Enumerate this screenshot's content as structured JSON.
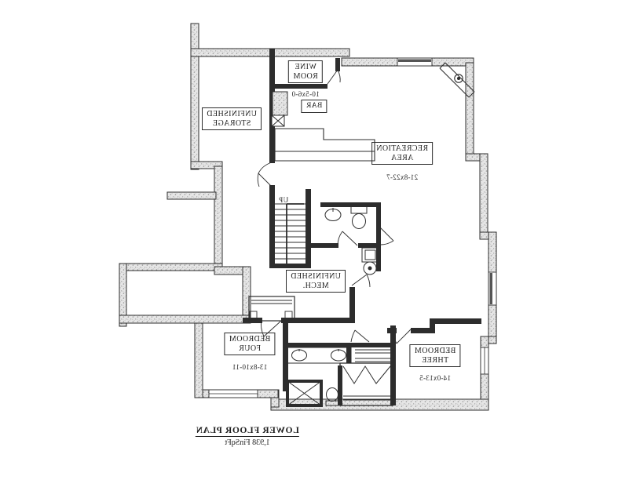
{
  "colors": {
    "background": "#ffffff",
    "line": "#2d2d2d",
    "foundation_wall_fill": "#e6e6e6"
  },
  "rooms": {
    "wine_room": {
      "line1": "WINE",
      "line2": "ROOM",
      "dim": "10-5x6-0"
    },
    "bar": {
      "line1": "BAR"
    },
    "unfinished_storage": {
      "line1": "UNFINISHED",
      "line2": "STORAGE"
    },
    "recreation_area": {
      "line1": "RECREATION",
      "line2": "AREA",
      "dim": "21-8x22-7"
    },
    "unfinished_mech": {
      "line1": "UNFINISHED",
      "line2": "MECH."
    },
    "bedroom_four": {
      "line1": "BEDROOM",
      "line2": "FOUR",
      "dim": "13-8x10-11"
    },
    "bedroom_three": {
      "line1": "BEDROOM",
      "line2": "THREE",
      "dim": "14-0x13-5"
    }
  },
  "stairs": {
    "label": "UP"
  },
  "footer": {
    "title": "LOWER FLOOR PLAN",
    "area": "1,938 FinSqFt"
  }
}
